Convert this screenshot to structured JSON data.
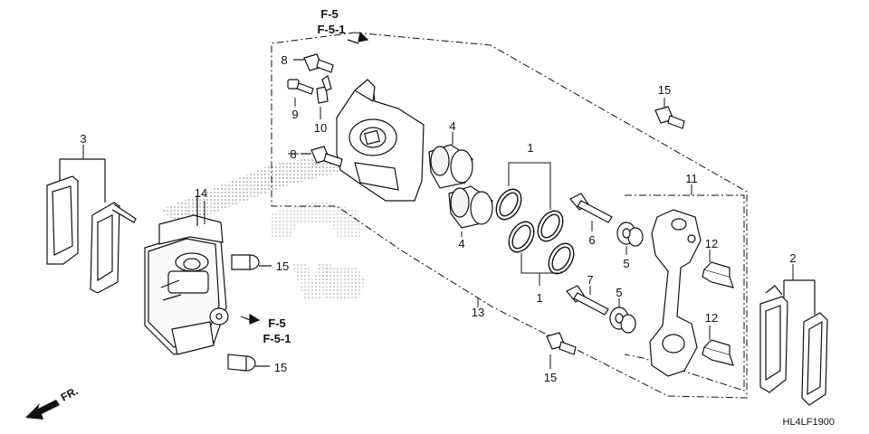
{
  "callouts": {
    "c1_upper": "1",
    "c1_lower": "1",
    "c2": "2",
    "c3": "3",
    "c4_upper": "4",
    "c4_lower": "4",
    "c5_upper": "5",
    "c5_lower": "5",
    "c6": "6",
    "c7": "7",
    "c8_upper": "8",
    "c8_lower": "8",
    "c9": "9",
    "c10": "10",
    "c11": "11",
    "c12_upper": "12",
    "c12_lower": "12",
    "c13": "13",
    "c14": "14",
    "c15_top": "15",
    "c15_mid": "15",
    "c15_bottom": "15",
    "c15_lower_right": "15"
  },
  "references": {
    "top_line1": "F-5",
    "top_line2": "F-5-1",
    "left_line1": "F-5",
    "left_line2": "F-5-1"
  },
  "front_marker": "FR.",
  "diagram_code": "HL4LF1900",
  "colors": {
    "ink": "#111111",
    "dots": "#444444",
    "paper": "#ffffff"
  }
}
